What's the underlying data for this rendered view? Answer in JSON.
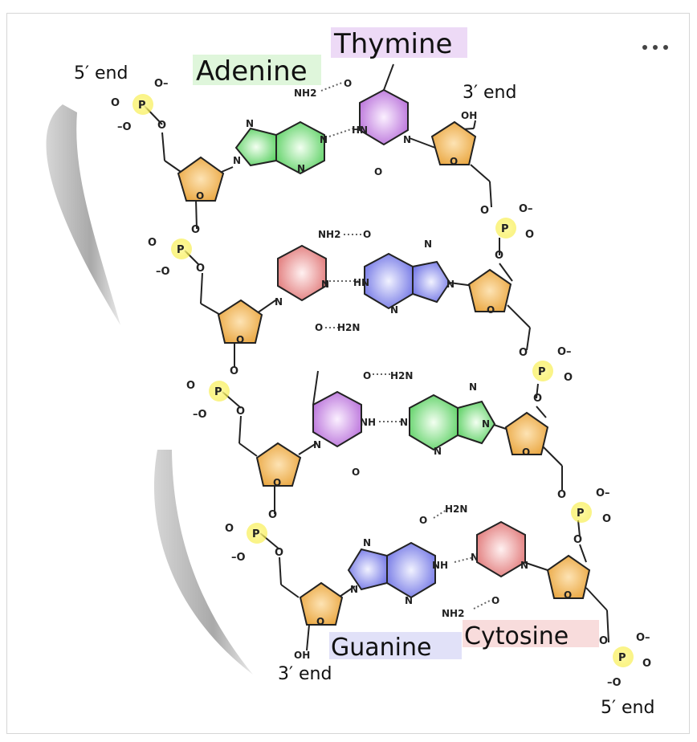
{
  "labels": {
    "adenine": "Adenine",
    "thymine": "Thymine",
    "guanine": "Guanine",
    "cytosine": "Cytosine",
    "five_end_top": "5′ end",
    "three_end_top": "3′ end",
    "three_end_bottom": "3′ end",
    "five_end_bottom": "5′ end"
  },
  "atoms": {
    "P": "P",
    "O": "O",
    "Ominus": "O–",
    "minusO": "–O",
    "N": "N",
    "NH": "NH",
    "HN": "HN",
    "NH2": "NH2",
    "H2N": "H2N",
    "OH": "OH"
  },
  "colors": {
    "adenine": "#7fe07f",
    "thymine": "#c98ae6",
    "guanine": "#8a8ff0",
    "cytosine": "#ee8f8f",
    "sugar": "#f2b553",
    "phosphate": "#f7ec3a",
    "adenine_label_bg": "#d9f5d5",
    "thymine_label_bg": "#ead3f5",
    "guanine_label_bg": "#dcdcf7",
    "cytosine_label_bg": "#f7d6d6"
  },
  "toolbar": {
    "more_icon": "more-horizontal-icon"
  }
}
